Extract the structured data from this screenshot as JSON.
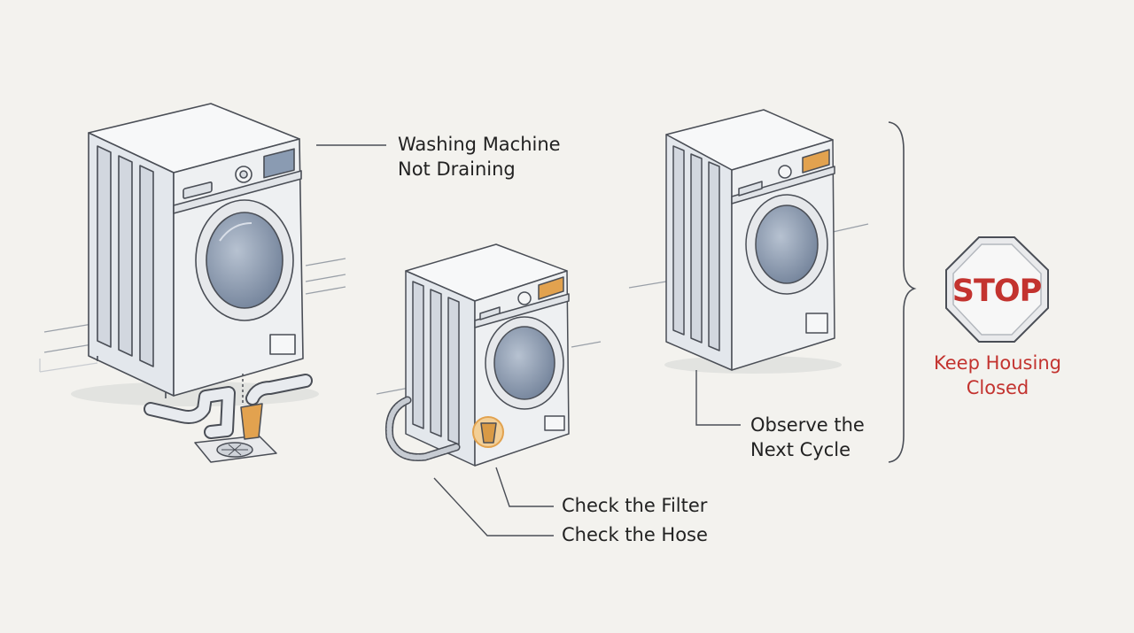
{
  "labels": {
    "not_draining": [
      "Washing Machine",
      "Not Draining"
    ],
    "check_filter": "Check the Filter",
    "check_hose": "Check the Hose",
    "observe": [
      "Observe the",
      "Next Cycle"
    ],
    "keep_closed": [
      "Keep Housing",
      "Closed"
    ]
  },
  "stop_sign": {
    "text": "STOP"
  },
  "colors": {
    "ink": "#4a4e56",
    "body": "#eceef0",
    "rib": "#d2d7df",
    "glass": "#8796ab",
    "accent_orange": "#e2a24f",
    "stop_red": "#c3332f",
    "background": "#f3f2ee"
  }
}
